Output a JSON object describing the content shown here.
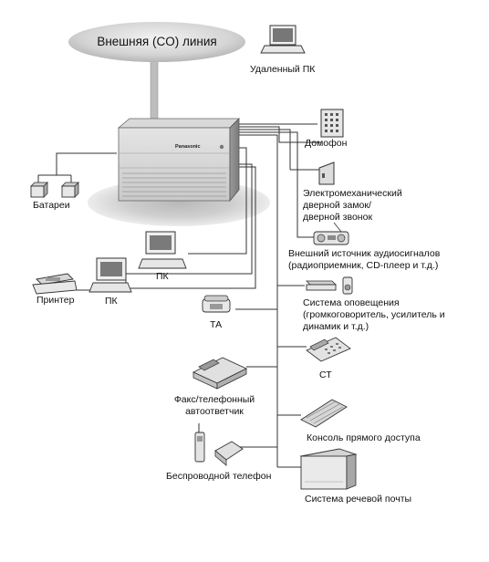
{
  "co_line": "Внешняя (CO) линия",
  "brand": "Panasonic",
  "labels": {
    "remote_pc": "Удаленный ПК",
    "doorphone": "Домофон",
    "door_lock": [
      "Электромеханический",
      "дверной замок/",
      "дверной звонок"
    ],
    "batteries": "Батареи",
    "audio_source": [
      "Внешний источник аудиосигналов",
      "(радиоприемник, CD-плеер и т.д.)"
    ],
    "pc_upper": "ПК",
    "printer": "Принтер",
    "pc_lower": "ПК",
    "paging": [
      "Система оповещения",
      "(громкоговоритель, усилитель и",
      "динамик и т.д.)"
    ],
    "ta": "ТА",
    "ct": "СТ",
    "fax": [
      "Факс/телефонный",
      "автоответчик"
    ],
    "dss": "Консоль прямого доступа",
    "cordless": "Беспроводной телефон",
    "voicemail": "Система речевой почты"
  }
}
